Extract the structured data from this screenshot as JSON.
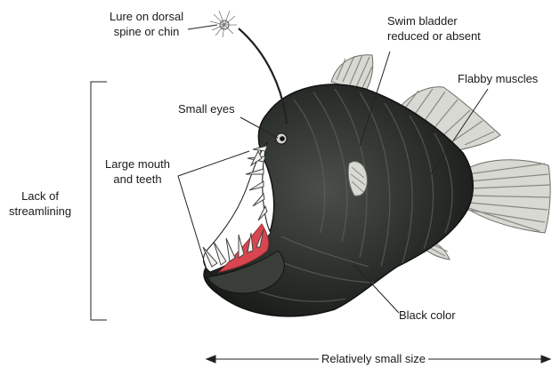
{
  "labels": {
    "lure": [
      "Lure on dorsal",
      "spine or chin"
    ],
    "swim_bladder": [
      "Swim bladder",
      "reduced or absent"
    ],
    "flabby_muscles": "Flabby muscles",
    "small_eyes": "Small eyes",
    "large_mouth": [
      "Large mouth",
      "and teeth"
    ],
    "lack_of_streamlining": [
      "Lack of",
      "streamlining"
    ],
    "black_color": "Black color",
    "small_size": "Relatively small size"
  },
  "colors": {
    "body": "#2b2f2b",
    "fin": "#d9d9d4",
    "gums": "#d84650",
    "mouth_interior": "#ffffff",
    "line": "#222222"
  }
}
